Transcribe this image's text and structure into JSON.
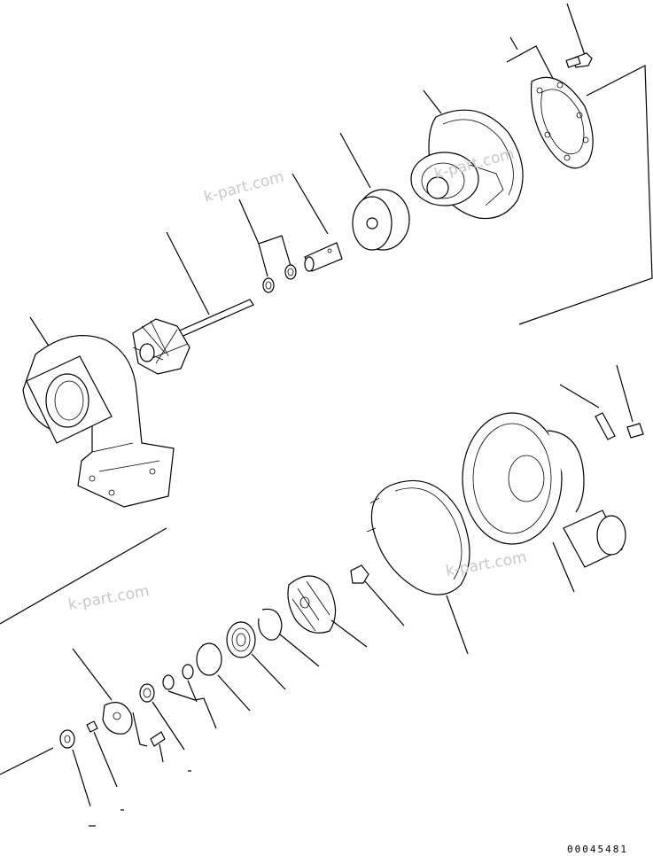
{
  "watermarks": [
    "k-part.com",
    "k-part.com",
    "k-part.com",
    "k-part.com"
  ],
  "drawing_code": "00045481",
  "colors": {
    "line": "#000000",
    "watermark": "#c8c8c8",
    "background": "#ffffff"
  }
}
